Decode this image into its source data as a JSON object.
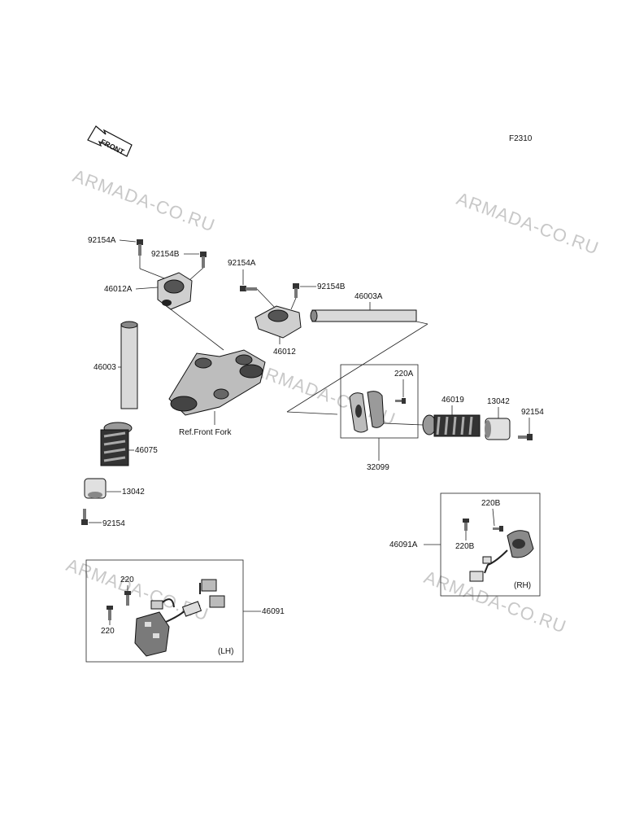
{
  "figure_code": "F2310",
  "front_arrow_text": "FRONT",
  "watermark": "ARMADA-CO.RU",
  "labels": {
    "p92154A_l": "92154A",
    "p92154B_l": "92154B",
    "p46012A": "46012A",
    "p46003": "46003",
    "p46075": "46075",
    "p13042_l": "13042",
    "p92154_l": "92154",
    "p92154A_c": "92154A",
    "p92154B_c": "92154B",
    "p46012": "46012",
    "p46003A": "46003A",
    "ref_front_fork": "Ref.Front Fork",
    "p220A": "220A",
    "p32099": "32099",
    "p46019": "46019",
    "p13042_r": "13042",
    "p92154_r": "92154",
    "p220B_t": "220B",
    "p220B_b": "220B",
    "p46091A": "46091A",
    "rh": "(RH)",
    "p220_t": "220",
    "p220_b": "220",
    "p46091": "46091",
    "lh": "(LH)"
  }
}
